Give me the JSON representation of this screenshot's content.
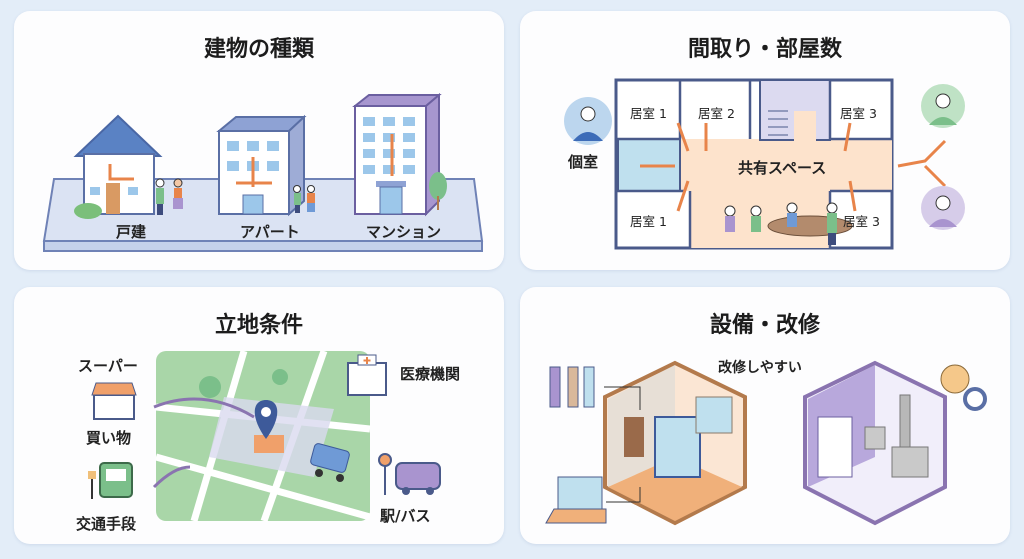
{
  "panels": {
    "building_types": {
      "title": "建物の種類",
      "items": [
        {
          "label": "戸建",
          "icon": "house-icon"
        },
        {
          "label": "アパート",
          "icon": "apartment-icon"
        },
        {
          "label": "マンション",
          "icon": "mansion-icon"
        }
      ]
    },
    "layout": {
      "title": "間取り・部屋数",
      "private_room_label": "個室",
      "shared_space_label": "共有スペース",
      "rooms": [
        "居室 1",
        "居室 2",
        "居室 3",
        "居室 1",
        "居室 3"
      ]
    },
    "location": {
      "title": "立地条件",
      "supermarket_label": "スーパー",
      "shopping_label": "買い物",
      "transport_label": "交通手段",
      "medical_label": "医療機関",
      "station_bus_label": "駅/バス"
    },
    "facilities": {
      "title": "設備・改修",
      "easy_renovation_label": "改修しやすい"
    }
  },
  "colors": {
    "background": "#e3edf8",
    "card": "#fdfdfe",
    "accent_orange": "#e8844a",
    "blue": "#5b7fc0",
    "purple": "#9a86bf",
    "green": "#7bbf8a"
  }
}
